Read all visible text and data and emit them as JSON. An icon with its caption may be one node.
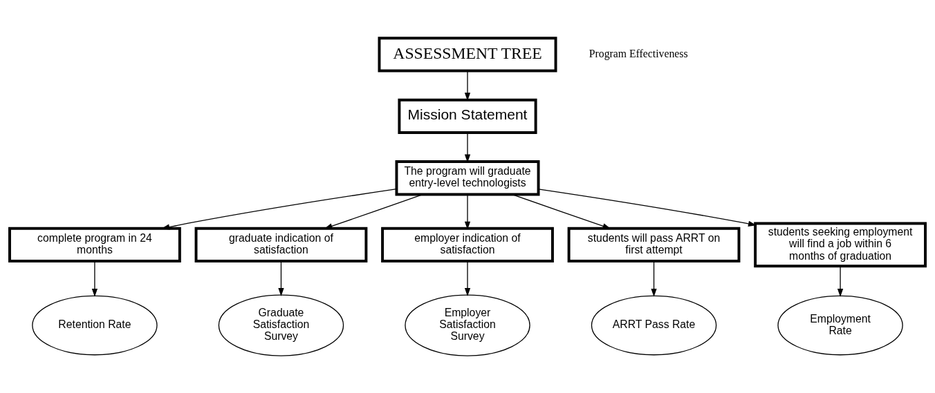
{
  "diagram": {
    "nodes": [
      {
        "text": [
          "ASSESSMENT TREE"
        ]
      },
      {
        "text": [
          "Mission Statement"
        ]
      },
      {
        "text": [
          "The program will graduate entry-level technologists"
        ]
      },
      {
        "text": [
          "complete program in 24 months"
        ]
      },
      {
        "text": [
          "graduate indication of satisfaction"
        ]
      },
      {
        "text": [
          "employer indication of satisfaction"
        ]
      },
      {
        "text": [
          "students will pass ARRT on first attempt"
        ]
      },
      {
        "text": [
          "students seeking employment will find a job within 6 months of graduation"
        ]
      },
      {
        "text": [
          "Retention Rate"
        ]
      },
      {
        "text": [
          "Graduate Satisfaction Survey"
        ]
      },
      {
        "text": [
          "Employer Satisfaction Survey"
        ]
      },
      {
        "text": [
          "ARRT Pass Rate"
        ]
      },
      {
        "text": [
          "Employment Rate"
        ]
      }
    ],
    "edges": [
      {
        "from": 0,
        "to": 1,
        "arrow": "to"
      },
      {
        "from": 1,
        "to": 2,
        "arrow": "to"
      },
      {
        "from": 2,
        "to": 3,
        "arrow": "to"
      },
      {
        "from": 2,
        "to": 4,
        "arrow": "to"
      },
      {
        "from": 2,
        "to": 5,
        "arrow": "to"
      },
      {
        "from": 2,
        "to": 6,
        "arrow": "to"
      },
      {
        "from": 2,
        "to": 7,
        "arrow": "to"
      },
      {
        "from": 3,
        "to": 8,
        "arrow": "to"
      },
      {
        "from": 4,
        "to": 9,
        "arrow": "to"
      },
      {
        "from": 5,
        "to": 10,
        "arrow": "to"
      },
      {
        "from": 6,
        "to": 11,
        "arrow": "to"
      },
      {
        "from": 7,
        "to": 12,
        "arrow": "to"
      }
    ],
    "labels": [
      "Program Effectiveness"
    ]
  }
}
